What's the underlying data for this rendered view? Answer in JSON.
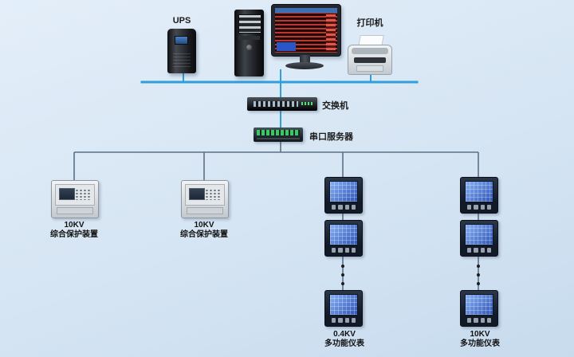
{
  "diagram": {
    "background_color": "#d7e5f2",
    "line_colors": {
      "bus": "#2e9fd8",
      "branch": "#5a7186"
    },
    "nodes": {
      "ups": {
        "label": "UPS"
      },
      "printer": {
        "label": "打印机"
      },
      "switch": {
        "label": "交换机"
      },
      "serial_server": {
        "label": "串口服务器"
      },
      "protection_device_1": {
        "line1": "10KV",
        "line2": "综合保护装置"
      },
      "protection_device_2": {
        "line1": "10KV",
        "line2": "综合保护装置"
      },
      "meter_group_1": {
        "line1": "0.4KV",
        "line2": "多功能仪表"
      },
      "meter_group_2": {
        "line1": "10KV",
        "line2": "多功能仪表"
      }
    }
  }
}
